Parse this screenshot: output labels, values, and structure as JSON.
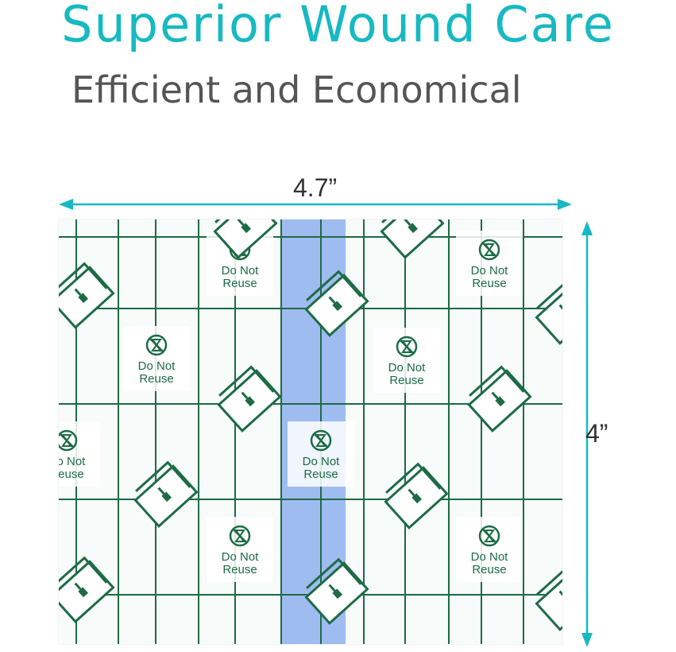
{
  "headline": "Superior Wound Care",
  "subheadline": "Efficient and Economical",
  "dimensions": {
    "width_label": "4.7”",
    "height_label": "4”"
  },
  "film": {
    "print_line1": "Do Not",
    "print_line2": "Reuse",
    "print_icon": "no-reuse-icon",
    "tab_icon": "peel-tab-icon"
  },
  "colors": {
    "accent": "#17b9c2",
    "subtext": "#555555",
    "print": "#1d6b45",
    "release_strip": "#8fb0ef"
  }
}
